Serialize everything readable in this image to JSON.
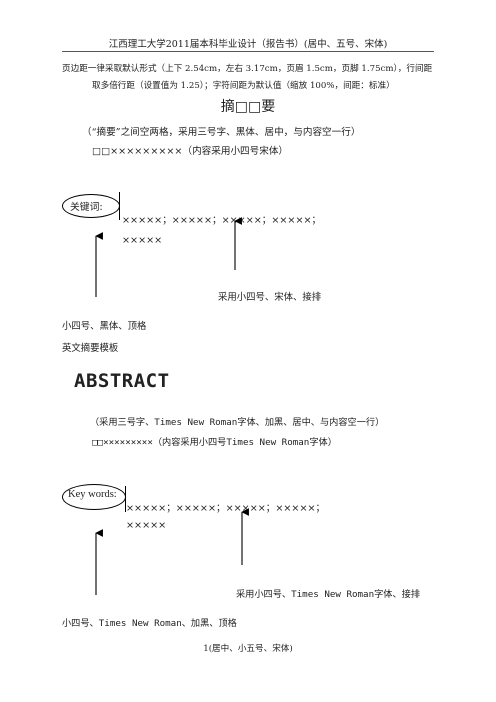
{
  "header": {
    "text": "江西理工大学2011届本科毕业设计（报告书）(居中、五号、宋体)"
  },
  "notes": {
    "line1": "页边距一律采取默认形式（上下 2.54cm，左右 3.17cm，页眉 1.5cm，页脚 1.75cm），行间距",
    "line2": "取多倍行距（设置值为 1.25）；字符间距为默认值（缩放 100%，间距：标准）"
  },
  "chinese_abstract": {
    "title": "摘□□要",
    "instruction": "（“摘要”之间空两格，采用三号字、黑体、居中，与内容空一行）",
    "content": "□□×××××××××（内容采用小四号宋体）",
    "keywords_label": "关键词:",
    "keywords_line1": "×××××；×××××；×××××；×××××；",
    "keywords_line2": "×××××",
    "annotation_content": "采用小四号、宋体、接排",
    "annotation_label": "小四号、黑体、顶格"
  },
  "english_template_heading": "英文摘要模板",
  "english_abstract": {
    "title": "ABSTRACT",
    "instruction": "（采用三号字、Times New Roman字体、加黑、居中、与内容空一行）",
    "content": "□□×××××××××（内容采用小四号Times New Roman字体）",
    "keywords_label": "Key words:",
    "keywords_line1": "×××××；×××××；×××××；×××××；",
    "keywords_line2": "×××××",
    "annotation_content": "采用小四号、Times New Roman字体、接排",
    "annotation_label": "小四号、Times New Roman、加黑、顶格"
  },
  "footer": {
    "text": "1(居中、小五号、宋体)"
  }
}
